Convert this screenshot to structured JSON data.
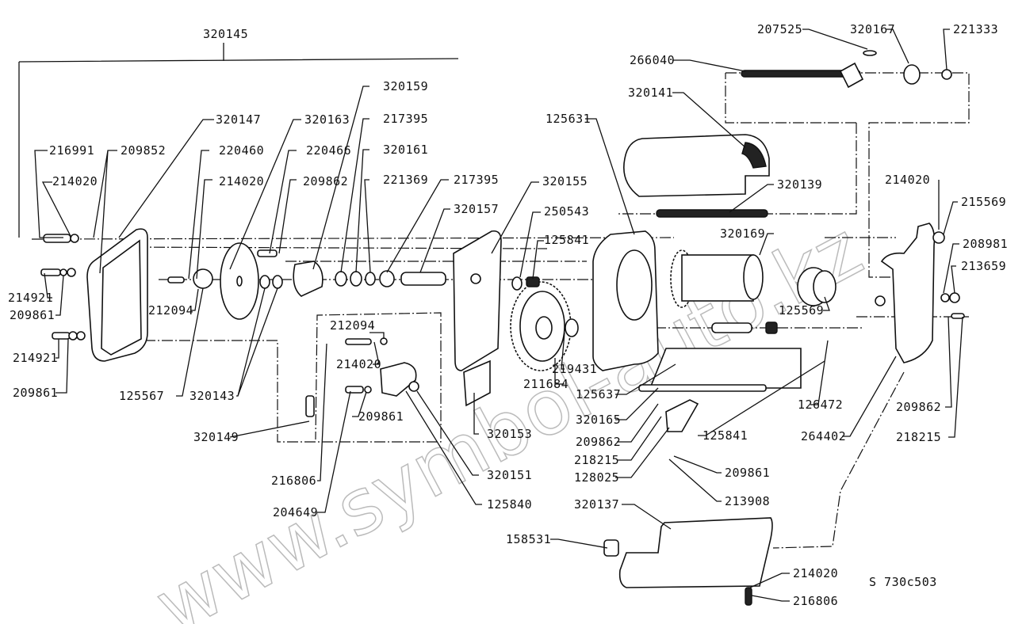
{
  "diagram": {
    "title_code": "S 730c503",
    "watermark": "www.symbol-auto.kz",
    "group_label": "320145",
    "labels": [
      {
        "id": "l01",
        "text": "320145"
      },
      {
        "id": "l02",
        "text": "320147"
      },
      {
        "id": "l03",
        "text": "320163"
      },
      {
        "id": "l04",
        "text": "216991"
      },
      {
        "id": "l05",
        "text": "209852"
      },
      {
        "id": "l06",
        "text": "214020"
      },
      {
        "id": "l07",
        "text": "220460"
      },
      {
        "id": "l08",
        "text": "214020"
      },
      {
        "id": "l09",
        "text": "220466"
      },
      {
        "id": "l10",
        "text": "209862"
      },
      {
        "id": "l11",
        "text": "320159"
      },
      {
        "id": "l12",
        "text": "217395"
      },
      {
        "id": "l13",
        "text": "320161"
      },
      {
        "id": "l14",
        "text": "221369"
      },
      {
        "id": "l15",
        "text": "217395"
      },
      {
        "id": "l16",
        "text": "320157"
      },
      {
        "id": "l17",
        "text": "320155"
      },
      {
        "id": "l18",
        "text": "250543"
      },
      {
        "id": "l19",
        "text": "125841"
      },
      {
        "id": "l20",
        "text": "125631"
      },
      {
        "id": "l21",
        "text": "207525"
      },
      {
        "id": "l22",
        "text": "320167"
      },
      {
        "id": "l23",
        "text": "221333"
      },
      {
        "id": "l24",
        "text": "266040"
      },
      {
        "id": "l25",
        "text": "320141"
      },
      {
        "id": "l26",
        "text": "320139"
      },
      {
        "id": "l27",
        "text": "320169"
      },
      {
        "id": "l28",
        "text": "214020"
      },
      {
        "id": "l29",
        "text": "215569"
      },
      {
        "id": "l30",
        "text": "208981"
      },
      {
        "id": "l31",
        "text": "213659"
      },
      {
        "id": "l32",
        "text": "125569"
      },
      {
        "id": "l33",
        "text": "214921"
      },
      {
        "id": "l34",
        "text": "209861"
      },
      {
        "id": "l35",
        "text": "214921"
      },
      {
        "id": "l36",
        "text": "209861"
      },
      {
        "id": "l37",
        "text": "212094"
      },
      {
        "id": "l38",
        "text": "125567"
      },
      {
        "id": "l39",
        "text": "320143"
      },
      {
        "id": "l40",
        "text": "212094"
      },
      {
        "id": "l41",
        "text": "214020"
      },
      {
        "id": "l42",
        "text": "209861"
      },
      {
        "id": "l43",
        "text": "320149"
      },
      {
        "id": "l44",
        "text": "216806"
      },
      {
        "id": "l45",
        "text": "204649"
      },
      {
        "id": "l46",
        "text": "320151"
      },
      {
        "id": "l47",
        "text": "125840"
      },
      {
        "id": "l48",
        "text": "320153"
      },
      {
        "id": "l49",
        "text": "219431"
      },
      {
        "id": "l50",
        "text": "211684"
      },
      {
        "id": "l51",
        "text": "125637"
      },
      {
        "id": "l52",
        "text": "320165"
      },
      {
        "id": "l53",
        "text": "209862"
      },
      {
        "id": "l54",
        "text": "218215"
      },
      {
        "id": "l55",
        "text": "128025"
      },
      {
        "id": "l56",
        "text": "209861"
      },
      {
        "id": "l57",
        "text": "213908"
      },
      {
        "id": "l58",
        "text": "125841"
      },
      {
        "id": "l59",
        "text": "126472"
      },
      {
        "id": "l60",
        "text": "264402"
      },
      {
        "id": "l61",
        "text": "209862"
      },
      {
        "id": "l62",
        "text": "218215"
      },
      {
        "id": "l63",
        "text": "320137"
      },
      {
        "id": "l64",
        "text": "158531"
      },
      {
        "id": "l65",
        "text": "214020"
      },
      {
        "id": "l66",
        "text": "216806"
      }
    ]
  }
}
